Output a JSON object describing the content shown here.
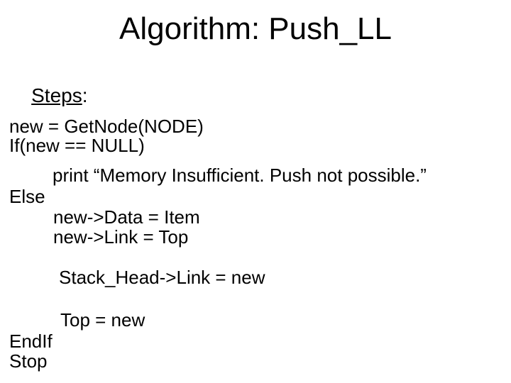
{
  "slide": {
    "title": "Algorithm: Push_LL",
    "steps_label": "Steps",
    "steps_colon": ":",
    "code_lines": [
      "new = GetNode(NODE)",
      "If(new == NULL)",
      "print “Memory Insufficient. Push not possible.”",
      "Else",
      "new->Data = Item",
      "new->Link = Top",
      "Stack_Head->Link = new",
      "Top = new",
      "EndIf",
      "Stop"
    ],
    "colors": {
      "background": "#ffffff",
      "text": "#000000"
    }
  }
}
